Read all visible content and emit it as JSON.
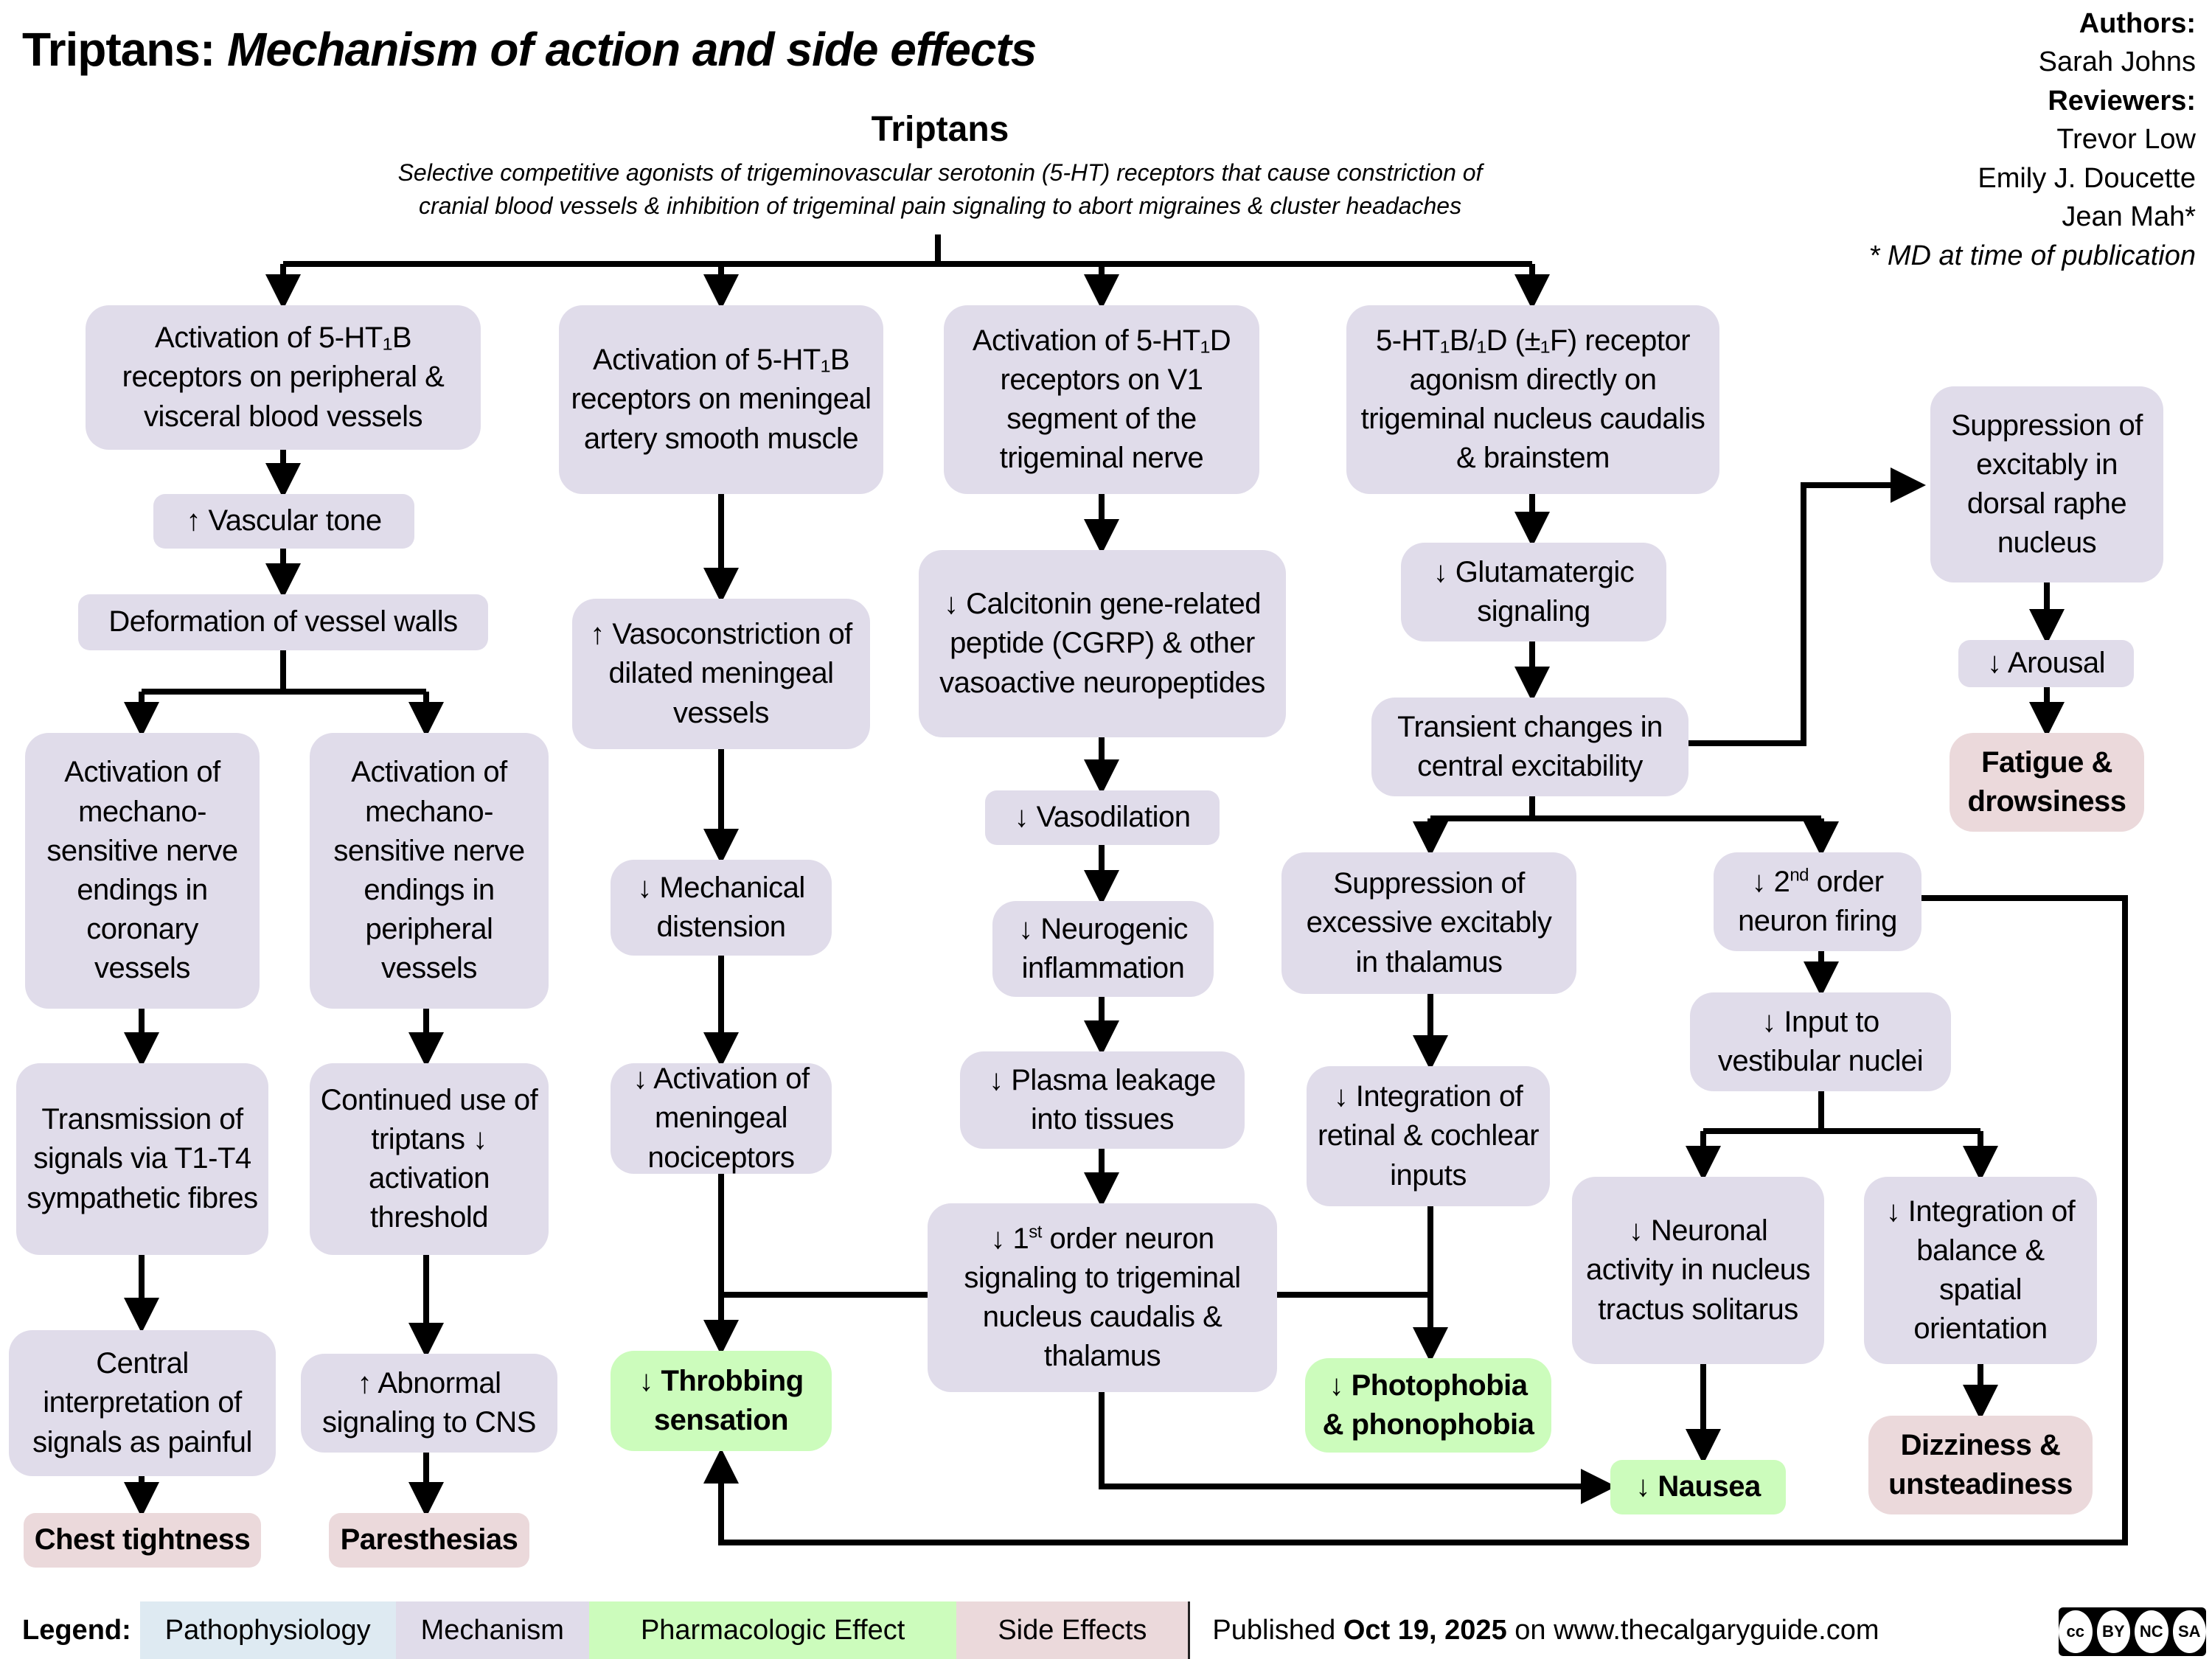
{
  "header": {
    "title_bold": "Triptans:",
    "title_italic": "Mechanism of action and side effects",
    "subtitle": "Triptans",
    "description_line1": "Selective competitive agonists of trigeminovascular serotonin (5-HT) receptors that cause constriction of",
    "description_line2": "cranial blood vessels & inhibition of trigeminal pain signaling to abort migraines & cluster headaches"
  },
  "credits": {
    "authors_label": "Authors:",
    "authors": [
      "Sarah Johns"
    ],
    "reviewers_label": "Reviewers:",
    "reviewers": [
      "Trevor Low",
      "Emily J. Doucette",
      "Jean Mah*"
    ],
    "note": "* MD at time of publication"
  },
  "nodes": {
    "c1_top": "Activation of 5-HT₁B receptors on peripheral & visceral blood vessels",
    "c1_vascular_tone": "↑ Vascular tone",
    "c1_deformation": "Deformation of vessel walls",
    "c1a_activation": "Activation of mechano-sensitive nerve endings in coronary vessels",
    "c1a_transmission": "Transmission of signals via T1-T4 sympathetic fibres",
    "c1a_central": "Central interpretation of signals as painful",
    "c1a_side": "Chest tightness",
    "c1b_activation": "Activation of mechano-sensitive nerve endings in peripheral vessels",
    "c1b_continued": "Continued use of triptans ↓ activation threshold",
    "c1b_abnormal": "↑ Abnormal signaling to CNS",
    "c1b_side": "Paresthesias",
    "c2_top": "Activation of 5-HT₁B receptors on meningeal artery smooth muscle",
    "c2_vasoconstriction": "↑ Vasoconstriction of dilated meningeal vessels",
    "c2_distension": "↓ Mechanical distension",
    "c2_nociceptors": "↓ Activation of meningeal nociceptors",
    "c2_pharm": "↓ Throbbing sensation",
    "c3_top": "Activation of 5-HT₁D receptors on V1 segment of the trigeminal nerve",
    "c3_cgrp": "↓ Calcitonin gene-related peptide (CGRP) & other vasoactive neuropeptides",
    "c3_vasodilation": "↓ Vasodilation",
    "c3_inflammation": "↓ Neurogenic inflammation",
    "c3_plasma": "↓ Plasma leakage into tissues",
    "c3_first_order_pre": "↓ 1",
    "c3_first_order_sup": "st",
    "c3_first_order_post": " order neuron signaling to trigeminal nucleus caudalis & thalamus",
    "c4_top": "5-HT₁B/₁D (±₁F) receptor agonism directly on trigeminal nucleus caudalis & brainstem",
    "c4_glutamatergic": "↓ Glutamatergic signaling",
    "c4_transient": "Transient changes in central excitability",
    "c4_thalamus": "Suppression of excessive excitably in thalamus",
    "c4_retinal": "↓ Integration of retinal & cochlear inputs",
    "c4_pharm": "↓ Photophobia & phonophobia",
    "c4_second_order_pre": "↓ 2",
    "c4_second_order_sup": "nd",
    "c4_second_order_post": " order neuron firing",
    "c4_vestibular": "↓ Input to vestibular nuclei",
    "c4_neuronal": "↓ Neuronal activity in nucleus tractus solitarus",
    "c4_nausea": "↓ Nausea",
    "c4_balance": "↓ Integration of balance & spatial orientation",
    "c4_dizziness": "Dizziness & unsteadiness",
    "c5_raphe": "Suppression of excitably in dorsal raphe nucleus",
    "c5_arousal": "↓ Arousal",
    "c5_fatigue": "Fatigue & drowsiness"
  },
  "legend": {
    "label": "Legend:",
    "items": [
      {
        "label": "Pathophysiology",
        "color": "#deeaf2"
      },
      {
        "label": "Mechanism",
        "color": "#e0dcea"
      },
      {
        "label": "Pharmacologic Effect",
        "color": "#ccfcbc"
      },
      {
        "label": "Side Effects",
        "color": "#ebd9db"
      }
    ]
  },
  "footer": {
    "published_prefix": "Published ",
    "published_date": "Oct 19, 2025",
    "published_suffix": " on www.thecalgaryguide.com",
    "license": [
      "cc",
      "BY",
      "NC",
      "SA"
    ]
  },
  "colors": {
    "mechanism": "#e0dcea",
    "pharmacologic": "#ccfcbc",
    "side_effect": "#ebd9db",
    "pathophysiology": "#deeaf2"
  }
}
